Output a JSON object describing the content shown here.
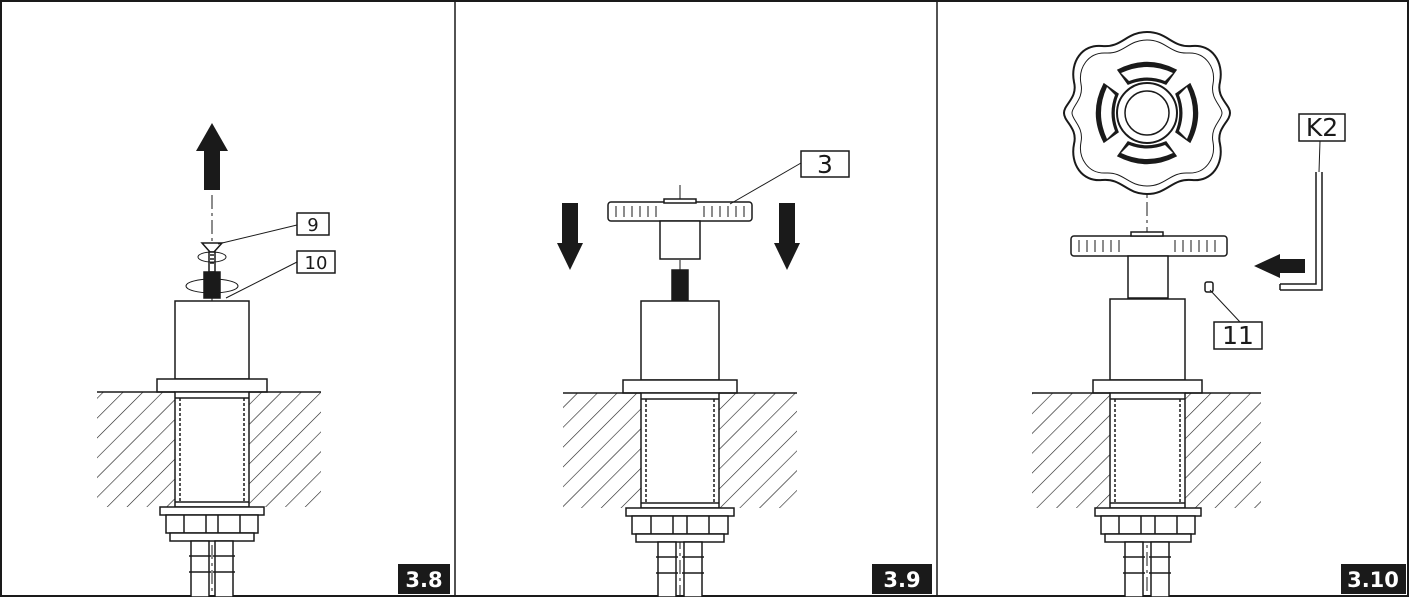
{
  "panels": [
    {
      "figure_label": "3.8",
      "callouts": [
        {
          "id": "screw",
          "label": "9"
        },
        {
          "id": "spindle",
          "label": "10"
        }
      ],
      "arrow_direction": "up"
    },
    {
      "figure_label": "3.9",
      "callouts": [
        {
          "id": "handwheel",
          "label": "3"
        }
      ],
      "arrow_direction": "down"
    },
    {
      "figure_label": "3.10",
      "callouts": [
        {
          "id": "allen-key",
          "label": "K2"
        },
        {
          "id": "grub-screw",
          "label": "11"
        }
      ],
      "arrow_direction": "left"
    }
  ],
  "colors": {
    "line": "#1a1a1a",
    "badge_bg": "#1a1a1a",
    "badge_text": "#ffffff"
  }
}
